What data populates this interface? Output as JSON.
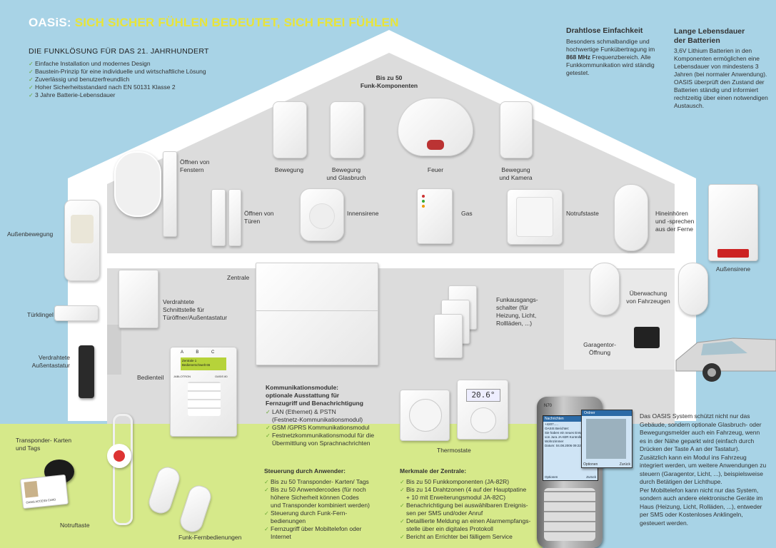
{
  "header": {
    "brand": "OASiS:",
    "slogan": "SICH SICHER FÜHLEN BEDEUTET, SICH FREI FÜHLEN"
  },
  "intro": {
    "title": "DIE FUNKLÖSUNG FÜR DAS 21. JAHRHUNDERT",
    "bullets": [
      "Einfache Installation und modernes Design",
      "Baustein-Prinzip für eine individuelle und wirtschaftliche Lösung",
      "Zuverlässig und benutzerfreundlich",
      "Hoher Sicherheitsstandard nach EN 50131 Klasse 2",
      "3 Jahre Batterie-Lebensdauer"
    ]
  },
  "wireless": {
    "title": "Drahtlose Einfachkeit",
    "text_before": "Besonders schmalbandige und hochwertige Funkübertragung im",
    "text_bold": "868 MHz",
    "text_after": "Frequenzbereich. Alle Funkkommunikation wird ständig getestet."
  },
  "battery": {
    "title_line1": "Lange Lebensdauer",
    "title_line2": "der Batterien",
    "text": "3,6V Lithium Batterien in den Komponenten ermöglichen eine Lebensdauer von mindestens 3 Jahren (bei normaler Anwendung). OASIS überprüft den Zustand der Batterien ständig und informiert rechtzeitig über einen notwendigen Austausch."
  },
  "funk": {
    "line1": "Bis zu 50",
    "line2": "Funk-Komponenten"
  },
  "labels": {
    "bewegung": "Bewegung",
    "bewegung_glas": "Bewegung\nund Glasbruch",
    "feuer": "Feuer",
    "bewegung_kamera": "Bewegung\nund Kamera",
    "oeffnen_fenster": "Öffnen von\nFenstern",
    "oeffnen_tueren": "Öffnen von\nTüren",
    "innensirene": "Innensirene",
    "gas": "Gas",
    "notrufstaste": "Notrufstaste",
    "hineinhoeren": "Hineinhören\nund -sprechen\naus der Ferne",
    "aussenbewegung": "Außenbewegung",
    "aussensirene": "Außensirene",
    "zentrale": "Zentrale",
    "verdrahtete_schnittstelle": "Verdrahtete\nSchnittstelle für\nTüröffner/Außentastatur",
    "tuerklingel": "Türklingel",
    "verdrahtete_aussentastatur": "Verdrahtete\nAußentastatur",
    "bedienteil": "Bedienteil",
    "funkausgang": "Funkausgangs-\nschalter (für\nHeizung, Licht,\nRollläden, ...)",
    "ueberwachung": "Überwachung\nvon Fahrzeugen",
    "garagentor": "Garagentor-\nÖffnung",
    "thermostate": "Thermostate",
    "transponder": "Transponder- Karten\nund Tags",
    "notruftaste": "Notruftaste",
    "funkfernbedienungen": "Funk-Fernbedienungen"
  },
  "devices": {
    "keypad_logo": "JABLOTRON",
    "keypad_model": "OASiS 80",
    "keypad_letters": [
      "A",
      "B",
      "C"
    ],
    "keypad_screen_line1": "Zentrale 1",
    "keypad_screen_line2": "Bedienerschwelt 65",
    "thermostat_display": "20.6°",
    "card_text": "OASIS ACCESS CARD",
    "phone_model": "N70",
    "phone_title": "Nachrichten",
    "phone_lines": [
      "+4207.....",
      "OASIS Berichtet:",
      "Sie haben ein neues Ereignis",
      "von Jura JA-82R Kontrolle 1",
      "Wohnzimmer",
      "Datum: 04.08.2006 09:22"
    ],
    "phone_left": "Optionen",
    "phone_right": "Zurück",
    "popup_title": "Ordner",
    "popup_left": "Optionen",
    "popup_right": "Zurück"
  },
  "communication": {
    "title": "Kommunikationsmodule:\noptionale Ausstattung für\nFernzugriff und Benachrichtigung",
    "bullets": [
      "LAN (Ethernet) & PSTN\n(Festnetz-Kommunikationsmodul)",
      "GSM /GPRS Kommunikationsmodul",
      "Festnetzkommunikationsmodul für die\nÜbermittlung von Sprachnachrichten"
    ]
  },
  "control": {
    "title": "Steuerung durch Anwender:",
    "bullets": [
      "Bis zu 50 Transponder- Karten/ Tags",
      "Bis zu 50 Anwendercodes (für noch\nhöhere Sicherheit können Codes\nund Transponder kombiniert werden)",
      "Steuerung durch Funk-Fern-\nbedienungen",
      "Fernzugriff über Mobiltelefon oder\nInternet"
    ]
  },
  "features": {
    "title": "Merkmale der Zentrale:",
    "bullets": [
      "Bis zu 50 Funkkomponenten (JA-82R)",
      "Bis zu 14 Drahtzonen (4 auf der Hauptpatine\n+ 10 mit Erweiterungsmodul JA-82C)",
      "Benachrichtigung bei auswählbaren Ereignis-\nsen per SMS und/oder Anruf",
      "Detaillierte Meldung an einen Alarmempfangs-\nstelle über ein digitales Protokoll",
      "Bericht an Errichter bei fälligem Service"
    ]
  },
  "vehicle_text": "Das OASIS System schützt nicht nur das Gebäude, sondern optionale Glasbruch- oder Bewegungsmelder auch ein Fahrzeug, wenn es in der Nähe geparkt wird (einfach durch Drücken der Taste A an der Tastatur). Zusätzlich kann ein Modul ins Fahrzeug integriert werden, um weitere Anwendungen zu steuern (Garagentor, Licht, ...), beispielsweise durch Betätigen der Lichthupe.\nPer Mobiltelefon kann nicht nur das System, sondern auch andere elektronische Geräte im Haus (Heizung, Licht, Rolläden, ...), entweder per SMS oder Kostenloses Anklingeln, gesteuert werden.",
  "colors": {
    "sky": "#a8d3e6",
    "house_white": "#ffffff",
    "house_grey": "#dcdcdc",
    "grass": "#d6e98a",
    "brand_white": "#ffffff",
    "slogan_yellow": "#e8e43a",
    "check_green": "#6aa833"
  }
}
